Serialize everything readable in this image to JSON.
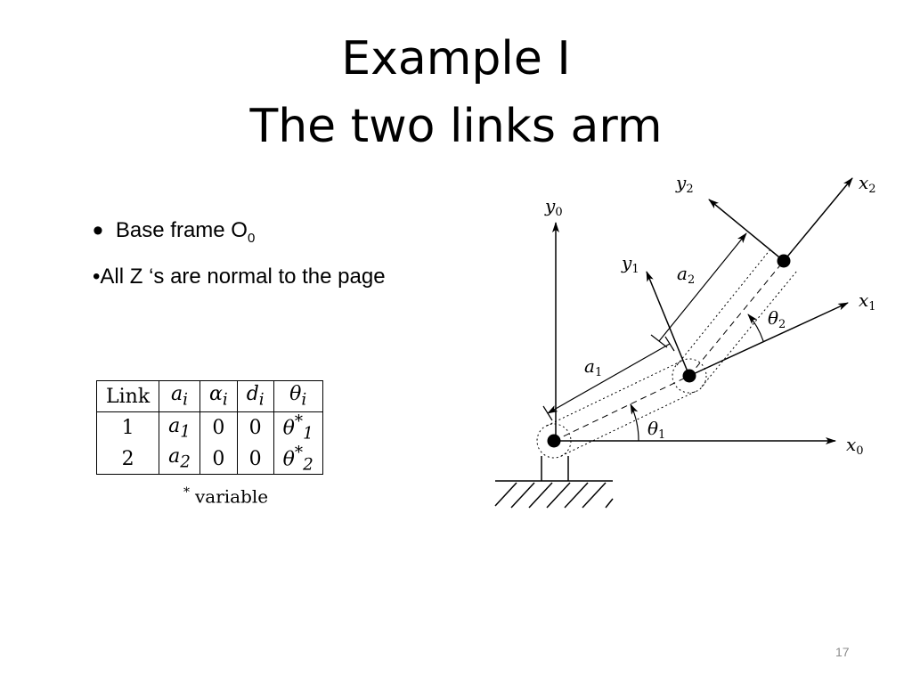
{
  "slide": {
    "title_line1": "Example I",
    "title_line2": "The two links arm",
    "bullet1": {
      "symbol": "•",
      "text": "Base frame O",
      "subscript": "0"
    },
    "bullet2": "•All Z ‘s are normal to the page",
    "page_number": "17"
  },
  "dh_table": {
    "headers": [
      {
        "base": "Link",
        "sub": ""
      },
      {
        "base": "a",
        "sub": "i"
      },
      {
        "base": "α",
        "sub": "i"
      },
      {
        "base": "d",
        "sub": "i"
      },
      {
        "base": "θ",
        "sub": "i"
      }
    ],
    "rows": [
      {
        "link": "1",
        "a": "a",
        "a_sub": "1",
        "alpha": "0",
        "d": "0",
        "theta": "θ",
        "theta_sup": "*",
        "theta_sub": "1"
      },
      {
        "link": "2",
        "a": "a",
        "a_sub": "2",
        "alpha": "0",
        "d": "0",
        "theta": "θ",
        "theta_sup": "*",
        "theta_sub": "2"
      }
    ],
    "note_symbol": "*",
    "note_text": "variable"
  },
  "diagram": {
    "labels": {
      "y0": "y",
      "y0_sub": "0",
      "x0": "x",
      "x0_sub": "0",
      "y1": "y",
      "y1_sub": "1",
      "x1": "x",
      "x1_sub": "1",
      "y2": "y",
      "y2_sub": "2",
      "x2": "x",
      "x2_sub": "2",
      "a1": "a",
      "a1_sub": "1",
      "a2": "a",
      "a2_sub": "2",
      "theta1": "θ",
      "theta1_sub": "1",
      "theta2": "θ",
      "theta2_sub": "2"
    },
    "colors": {
      "ink": "#000000",
      "page_number": "#8c8c8c"
    }
  }
}
